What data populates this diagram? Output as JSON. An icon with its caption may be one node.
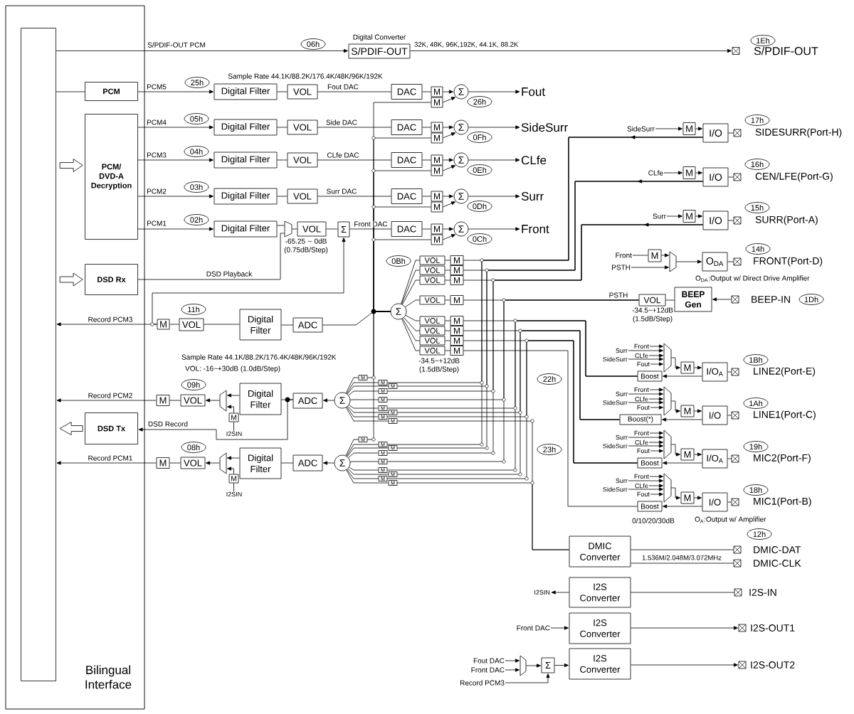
{
  "diagram": {
    "nodes": [
      {
        "text": [
          "Bilingual Interface"
        ]
      },
      {
        "text": [],
        "shape": "box",
        "in": 0
      },
      {
        "text": [
          "PCM"
        ],
        "in": 0
      },
      {
        "text": [
          "PCM/ DVD-A Decryption"
        ],
        "in": 0
      },
      {
        "text": [
          "DSD Rx"
        ],
        "in": 0
      },
      {
        "text": [
          "DSD Tx"
        ],
        "in": 0
      },
      {
        "text": [
          "06h"
        ]
      },
      {
        "text": [
          "S/PDIF-OUT"
        ],
        "beside": [
          "Digital Converter"
        ]
      },
      {
        "text": [],
        "shape": "box"
      },
      {
        "text": [
          "1Eh"
        ]
      },
      {
        "text": [
          "25h"
        ]
      },
      {
        "text": [
          "Digital Filter"
        ]
      },
      {
        "text": [
          "VOL"
        ]
      },
      {
        "text": [
          "DAC"
        ]
      },
      {
        "text": [
          "05h"
        ]
      },
      {
        "text": [
          "Digital Filter"
        ]
      },
      {
        "text": [
          "VOL"
        ]
      },
      {
        "text": [
          "DAC"
        ]
      },
      {
        "text": [
          "04h"
        ]
      },
      {
        "text": [
          "Digital Filter"
        ]
      },
      {
        "text": [
          "VOL"
        ]
      },
      {
        "text": [
          "DAC"
        ]
      },
      {
        "text": [
          "03h"
        ]
      },
      {
        "text": [
          "Digital Filter"
        ]
      },
      {
        "text": [
          "VOL"
        ]
      },
      {
        "text": [
          "DAC"
        ]
      },
      {
        "text": [
          "02h"
        ]
      },
      {
        "text": [
          "Digital Filter"
        ]
      },
      {
        "text": [],
        "shape": "trapezoid"
      },
      {
        "text": [
          "VOL"
        ],
        "beside": [
          "-65.25 ~ 0dB (0.75dB/Step)"
        ]
      },
      {
        "text": [
          "Σ"
        ]
      },
      {
        "text": [
          "DAC"
        ]
      },
      {
        "text": [
          "M"
        ]
      },
      {
        "text": [
          "M"
        ]
      },
      {
        "text": [
          "Σ"
        ]
      },
      {
        "text": [
          "Fout"
        ]
      },
      {
        "text": [
          "26h"
        ]
      },
      {
        "text": [
          "M"
        ]
      },
      {
        "text": [
          "M"
        ]
      },
      {
        "text": [
          "Σ"
        ]
      },
      {
        "text": [
          "SideSurr"
        ]
      },
      {
        "text": [
          "0Fh"
        ]
      },
      {
        "text": [
          "M"
        ]
      },
      {
        "text": [
          "M"
        ]
      },
      {
        "text": [
          "Σ"
        ]
      },
      {
        "text": [
          "CLfe"
        ]
      },
      {
        "text": [
          "0Eh"
        ]
      },
      {
        "text": [
          "M"
        ]
      },
      {
        "text": [
          "M"
        ]
      },
      {
        "text": [
          "Σ"
        ]
      },
      {
        "text": [
          "Surr"
        ]
      },
      {
        "text": [
          "0Dh"
        ]
      },
      {
        "text": [
          "M"
        ]
      },
      {
        "text": [
          "M"
        ]
      },
      {
        "text": [
          "Σ"
        ]
      },
      {
        "text": [
          "Front"
        ]
      },
      {
        "text": [
          "0Ch"
        ]
      },
      {
        "text": [
          "SideSurr"
        ]
      },
      {
        "text": [
          "M"
        ]
      },
      {
        "text": [
          "I/O"
        ]
      },
      {
        "text": [],
        "shape": "box"
      },
      {
        "text": [
          "17h"
        ]
      },
      {
        "text": [
          "CLfe"
        ]
      },
      {
        "text": [
          "M"
        ]
      },
      {
        "text": [
          "I/O"
        ]
      },
      {
        "text": [],
        "shape": "box"
      },
      {
        "text": [
          "16h"
        ]
      },
      {
        "text": [
          "Surr"
        ]
      },
      {
        "text": [
          "M"
        ]
      },
      {
        "text": [
          "I/O"
        ]
      },
      {
        "text": [],
        "shape": "box"
      },
      {
        "text": [
          "15h"
        ]
      },
      {
        "text": [
          "Front"
        ]
      },
      {
        "text": [
          "PSTH"
        ]
      },
      {
        "text": [
          "M"
        ]
      },
      {
        "text": [],
        "shape": "trapezoid"
      },
      {
        "text": [
          "O$_{DA}$"
        ]
      },
      {
        "text": [],
        "shape": "box"
      },
      {
        "text": [
          "14h"
        ]
      },
      {
        "text": [
          "VOL"
        ],
        "beside": [
          "-34.5~+12dB (1.5dB/Step)"
        ]
      },
      {
        "text": [
          "BEEP Gen"
        ]
      },
      {
        "text": [],
        "shape": "box"
      },
      {
        "text": [
          "1Dh"
        ]
      },
      {
        "text": [
          "0Bh"
        ]
      },
      {
        "text": [
          "Σ"
        ]
      },
      {
        "text": [
          "VOL"
        ]
      },
      {
        "text": [
          "M"
        ]
      },
      {
        "text": [
          "VOL"
        ]
      },
      {
        "text": [
          "M"
        ]
      },
      {
        "text": [
          "VOL"
        ]
      },
      {
        "text": [
          "M"
        ]
      },
      {
        "text": [
          "VOL"
        ]
      },
      {
        "text": [
          "M"
        ]
      },
      {
        "text": [
          "VOL"
        ]
      },
      {
        "text": [
          "M"
        ]
      },
      {
        "text": [
          "VOL"
        ]
      },
      {
        "text": [
          "M"
        ]
      },
      {
        "text": [
          "VOL"
        ]
      },
      {
        "text": [
          "M"
        ]
      },
      {
        "text": [
          "VOL"
        ],
        "beside": [
          "-34.5~+12dB (1.5dB/Step)"
        ]
      },
      {
        "text": [
          "M"
        ]
      },
      {
        "text": [
          "Front"
        ]
      },
      {
        "text": [
          "Surr"
        ]
      },
      {
        "text": [
          "CLfe"
        ]
      },
      {
        "text": [
          "SideSurr"
        ]
      },
      {
        "text": [
          "Fout"
        ]
      },
      {
        "text": [],
        "shape": "trapezoid"
      },
      {
        "text": [
          "M"
        ]
      },
      {
        "text": [
          "I/O$_{A}$"
        ]
      },
      {
        "text": [
          "Boost"
        ]
      },
      {
        "text": [],
        "shape": "box"
      },
      {
        "text": [
          "1Bh"
        ]
      },
      {
        "text": [
          "Front"
        ]
      },
      {
        "text": [
          "Surr"
        ]
      },
      {
        "text": [
          "CLfe"
        ]
      },
      {
        "text": [
          "SideSurr"
        ]
      },
      {
        "text": [
          "Fout"
        ]
      },
      {
        "text": [],
        "shape": "trapezoid"
      },
      {
        "text": [
          "M"
        ]
      },
      {
        "text": [
          "I/O"
        ]
      },
      {
        "text": [
          "Boost(*)"
        ]
      },
      {
        "text": [],
        "shape": "box"
      },
      {
        "text": [
          "1Ah"
        ]
      },
      {
        "text": [
          "Front"
        ]
      },
      {
        "text": [
          "Surr"
        ]
      },
      {
        "text": [
          "CLfe"
        ]
      },
      {
        "text": [
          "SideSurr"
        ]
      },
      {
        "text": [
          "Fout"
        ]
      },
      {
        "text": [],
        "shape": "trapezoid"
      },
      {
        "text": [
          "M"
        ]
      },
      {
        "text": [
          "I/O$_{A}$"
        ]
      },
      {
        "text": [
          "Boost"
        ]
      },
      {
        "text": [],
        "shape": "box"
      },
      {
        "text": [
          "19h"
        ]
      },
      {
        "text": [
          "Front"
        ]
      },
      {
        "text": [
          "Surr"
        ]
      },
      {
        "text": [
          "CLfe"
        ]
      },
      {
        "text": [
          "SideSurr"
        ]
      },
      {
        "text": [
          "Fout"
        ]
      },
      {
        "text": [],
        "shape": "trapezoid"
      },
      {
        "text": [
          "M"
        ]
      },
      {
        "text": [
          "I/O"
        ]
      },
      {
        "text": [
          "Boost"
        ],
        "beside": [
          "0/10/20/30dB"
        ]
      },
      {
        "text": [],
        "shape": "box"
      },
      {
        "text": [
          "18h"
        ]
      },
      {
        "text": [
          "11h"
        ]
      },
      {
        "text": [
          "M"
        ]
      },
      {
        "text": [
          "VOL"
        ]
      },
      {
        "text": [
          "Digital Filter"
        ]
      },
      {
        "text": [
          "ADC"
        ]
      },
      {
        "text": [
          "09h"
        ]
      },
      {
        "text": [
          "M"
        ]
      },
      {
        "text": [
          "VOL"
        ]
      },
      {
        "text": [],
        "shape": "trapezoid"
      },
      {
        "text": [
          "Digital Filter"
        ]
      },
      {
        "text": [
          "M"
        ]
      },
      {
        "text": [
          "I2SIN"
        ]
      },
      {
        "text": [
          "ADC"
        ]
      },
      {
        "text": [
          "Σ"
        ]
      },
      {
        "text": [
          "08h"
        ]
      },
      {
        "text": [
          "M"
        ]
      },
      {
        "text": [
          "VOL"
        ]
      },
      {
        "text": [],
        "shape": "trapezoid"
      },
      {
        "text": [
          "Digital Filter"
        ]
      },
      {
        "text": [
          "M"
        ]
      },
      {
        "text": [
          "I2SIN"
        ]
      },
      {
        "text": [
          "ADC"
        ]
      },
      {
        "text": [
          "Σ"
        ]
      },
      {
        "text": [
          "M"
        ]
      },
      {
        "text": [
          "M"
        ]
      },
      {
        "text": [
          "M"
        ]
      },
      {
        "text": [
          "M"
        ]
      },
      {
        "text": [
          "M"
        ]
      },
      {
        "text": [
          "M"
        ]
      },
      {
        "text": [
          "M"
        ]
      },
      {
        "text": [
          "M"
        ]
      },
      {
        "text": [
          "M"
        ]
      },
      {
        "text": [
          "M"
        ]
      },
      {
        "text": [
          "M"
        ]
      },
      {
        "text": [
          "M"
        ]
      },
      {
        "text": [
          "M"
        ]
      },
      {
        "text": [
          "M"
        ]
      },
      {
        "text": [
          "M"
        ]
      },
      {
        "text": [
          "M"
        ]
      },
      {
        "text": [
          "M"
        ]
      },
      {
        "text": [
          "M"
        ]
      },
      {
        "text": [
          "22h"
        ]
      },
      {
        "text": [
          "23h"
        ]
      },
      {
        "text": [
          "DMIC Converter"
        ]
      },
      {
        "text": [],
        "shape": "box"
      },
      {
        "text": [],
        "shape": "box"
      },
      {
        "text": [
          "12h"
        ]
      },
      {
        "text": [
          "I2SIN"
        ]
      },
      {
        "text": [
          "I2S Converter"
        ]
      },
      {
        "text": [],
        "shape": "box"
      },
      {
        "text": [
          "Front DAC"
        ]
      },
      {
        "text": [
          "I2S Converter"
        ]
      },
      {
        "text": [],
        "shape": "box"
      },
      {
        "text": [
          "Fout DAC"
        ]
      },
      {
        "text": [
          "Front DAC"
        ]
      },
      {
        "text": [
          "Record PCM3"
        ]
      },
      {
        "text": [],
        "shape": "trapezoid"
      },
      {
        "text": [
          "Σ"
        ]
      },
      {
        "text": [
          "I2S Converter"
        ]
      },
      {
        "text": [],
        "shape": "box"
      }
    ],
    "edges": [
      {
        "from": null,
        "to": 3,
        "arrow": "to"
      },
      {
        "from": null,
        "to": 4,
        "arrow": "to"
      },
      {
        "from": 5,
        "to": null,
        "arrow": "to"
      },
      {
        "from": 1,
        "to": 7,
        "arrow": "to",
        "label": "S/PDIF-OUT PCM"
      },
      {
        "from": 7,
        "to": 8,
        "arrow": "to",
        "label": "32K, 48K, 96K,192K, 44.1K, 88.2K"
      },
      {
        "from": 1,
        "to": 2,
        "arrow": "none"
      },
      {
        "from": 2,
        "to": 11,
        "arrow": "to",
        "label": "PCM5"
      },
      {
        "from": 3,
        "to": 15,
        "arrow": "to",
        "label": "PCM4"
      },
      {
        "from": 3,
        "to": 19,
        "arrow": "to",
        "label": "PCM3"
      },
      {
        "from": 3,
        "to": 23,
        "arrow": "to",
        "label": "PCM2"
      },
      {
        "from": 3,
        "to": 27,
        "arrow": "to",
        "label": "PCM1"
      },
      {
        "from": 11,
        "to": 12,
        "arrow": "none"
      },
      {
        "from": 12,
        "to": 13,
        "arrow": "none",
        "label": "Fout DAC"
      },
      {
        "from": 15,
        "to": 16,
        "arrow": "none"
      },
      {
        "from": 16,
        "to": 17,
        "arrow": "none",
        "label": "Side DAC"
      },
      {
        "from": 19,
        "to": 20,
        "arrow": "none"
      },
      {
        "from": 20,
        "to": 21,
        "arrow": "none",
        "label": "CLfe DAC"
      },
      {
        "from": 23,
        "to": 24,
        "arrow": "none"
      },
      {
        "from": 24,
        "to": 25,
        "arrow": "none",
        "label": "Surr DAC"
      },
      {
        "from": 27,
        "to": 28,
        "arrow": "none"
      },
      {
        "from": 28,
        "to": 29,
        "arrow": "none"
      },
      {
        "from": 29,
        "to": 30,
        "arrow": "none"
      },
      {
        "from": 30,
        "to": 31,
        "arrow": "none",
        "label": "Front DAC"
      },
      {
        "from": 4,
        "to": 28,
        "arrow": "none",
        "label": "DSD Playback"
      },
      {
        "from": 146,
        "to": 30,
        "arrow": "to"
      },
      {
        "from": 13,
        "to": 32,
        "arrow": "none"
      },
      {
        "from": 32,
        "to": 34,
        "arrow": "to"
      },
      {
        "from": 33,
        "to": 34,
        "arrow": "to"
      },
      {
        "from": 34,
        "to": 35,
        "arrow": "to"
      },
      {
        "from": 17,
        "to": 37,
        "arrow": "none"
      },
      {
        "from": 37,
        "to": 39,
        "arrow": "to"
      },
      {
        "from": 38,
        "to": 39,
        "arrow": "to"
      },
      {
        "from": 39,
        "to": 40,
        "arrow": "to"
      },
      {
        "from": 21,
        "to": 42,
        "arrow": "none"
      },
      {
        "from": 42,
        "to": 44,
        "arrow": "to"
      },
      {
        "from": 43,
        "to": 44,
        "arrow": "to"
      },
      {
        "from": 44,
        "to": 45,
        "arrow": "to"
      },
      {
        "from": 25,
        "to": 47,
        "arrow": "none"
      },
      {
        "from": 47,
        "to": 49,
        "arrow": "to"
      },
      {
        "from": 48,
        "to": 49,
        "arrow": "to"
      },
      {
        "from": 49,
        "to": 50,
        "arrow": "to"
      },
      {
        "from": 31,
        "to": 52,
        "arrow": "none"
      },
      {
        "from": 52,
        "to": 54,
        "arrow": "to"
      },
      {
        "from": 53,
        "to": 54,
        "arrow": "to"
      },
      {
        "from": 54,
        "to": 55,
        "arrow": "to"
      },
      {
        "from": 84,
        "to": 33,
        "arrow": "none"
      },
      {
        "from": 84,
        "to": 38,
        "arrow": "none"
      },
      {
        "from": 84,
        "to": 43,
        "arrow": "none"
      },
      {
        "from": 84,
        "to": 48,
        "arrow": "none"
      },
      {
        "from": 84,
        "to": 53,
        "arrow": "none"
      },
      {
        "from": 84,
        "to": 149,
        "arrow": "none"
      },
      {
        "from": 84,
        "to": 168,
        "arrow": "none"
      },
      {
        "from": 84,
        "to": 177,
        "arrow": "none"
      },
      {
        "from": 57,
        "to": 58,
        "arrow": "to"
      },
      {
        "from": 58,
        "to": 59,
        "arrow": "to"
      },
      {
        "from": 59,
        "to": 60,
        "arrow": "none"
      },
      {
        "from": 59,
        "to": 86,
        "arrow": "to"
      },
      {
        "from": 59,
        "to": 169,
        "arrow": "none"
      },
      {
        "from": 59,
        "to": 178,
        "arrow": "none"
      },
      {
        "from": 62,
        "to": 63,
        "arrow": "to"
      },
      {
        "from": 63,
        "to": 64,
        "arrow": "to"
      },
      {
        "from": 64,
        "to": 65,
        "arrow": "none"
      },
      {
        "from": 64,
        "to": 88,
        "arrow": "to"
      },
      {
        "from": 64,
        "to": 170,
        "arrow": "none"
      },
      {
        "from": 64,
        "to": 179,
        "arrow": "none"
      },
      {
        "from": 67,
        "to": 68,
        "arrow": "to"
      },
      {
        "from": 68,
        "to": 69,
        "arrow": "to"
      },
      {
        "from": 69,
        "to": 70,
        "arrow": "none"
      },
      {
        "from": 69,
        "to": 90,
        "arrow": "to"
      },
      {
        "from": 69,
        "to": 171,
        "arrow": "none"
      },
      {
        "from": 69,
        "to": 180,
        "arrow": "none"
      },
      {
        "from": 72,
        "to": 74,
        "arrow": "none"
      },
      {
        "from": 74,
        "to": 75,
        "arrow": "to"
      },
      {
        "from": 73,
        "to": 75,
        "arrow": "to"
      },
      {
        "from": 75,
        "to": 76,
        "arrow": "to"
      },
      {
        "from": 76,
        "to": 77,
        "arrow": "none"
      },
      {
        "from": 81,
        "to": 80,
        "arrow": "to"
      },
      {
        "from": 80,
        "to": 79,
        "arrow": "none"
      },
      {
        "from": 79,
        "to": 92,
        "arrow": "none",
        "label": "PSTH"
      },
      {
        "from": 79,
        "to": 172,
        "arrow": "none"
      },
      {
        "from": 79,
        "to": 181,
        "arrow": "none"
      },
      {
        "from": 86,
        "to": 85,
        "arrow": "none"
      },
      {
        "from": 85,
        "to": 84,
        "arrow": "none"
      },
      {
        "from": 88,
        "to": 87,
        "arrow": "none"
      },
      {
        "from": 87,
        "to": 84,
        "arrow": "none"
      },
      {
        "from": 90,
        "to": 89,
        "arrow": "none"
      },
      {
        "from": 89,
        "to": 84,
        "arrow": "none"
      },
      {
        "from": 92,
        "to": 91,
        "arrow": "none"
      },
      {
        "from": 91,
        "to": 84,
        "arrow": "none"
      },
      {
        "from": 94,
        "to": 93,
        "arrow": "none"
      },
      {
        "from": 93,
        "to": 84,
        "arrow": "none"
      },
      {
        "from": 96,
        "to": 95,
        "arrow": "none"
      },
      {
        "from": 95,
        "to": 84,
        "arrow": "none"
      },
      {
        "from": 98,
        "to": 97,
        "arrow": "none"
      },
      {
        "from": 97,
        "to": 84,
        "arrow": "none"
      },
      {
        "from": 100,
        "to": 99,
        "arrow": "none"
      },
      {
        "from": 99,
        "to": 84,
        "arrow": "none"
      },
      {
        "from": 101,
        "to": 106,
        "arrow": "to"
      },
      {
        "from": 102,
        "to": 106,
        "arrow": "to"
      },
      {
        "from": 103,
        "to": 106,
        "arrow": "to"
      },
      {
        "from": 104,
        "to": 106,
        "arrow": "to"
      },
      {
        "from": 105,
        "to": 106,
        "arrow": "to"
      },
      {
        "from": 106,
        "to": 107,
        "arrow": "to"
      },
      {
        "from": 107,
        "to": 108,
        "arrow": "to"
      },
      {
        "from": 108,
        "to": 110,
        "arrow": "none"
      },
      {
        "from": 108,
        "to": 109,
        "arrow": "to"
      },
      {
        "from": 109,
        "to": 94,
        "arrow": "none"
      },
      {
        "from": 109,
        "to": 173,
        "arrow": "none"
      },
      {
        "from": 109,
        "to": 182,
        "arrow": "none"
      },
      {
        "from": 112,
        "to": 117,
        "arrow": "to"
      },
      {
        "from": 113,
        "to": 117,
        "arrow": "to"
      },
      {
        "from": 114,
        "to": 117,
        "arrow": "to"
      },
      {
        "from": 115,
        "to": 117,
        "arrow": "to"
      },
      {
        "from": 116,
        "to": 117,
        "arrow": "to"
      },
      {
        "from": 117,
        "to": 118,
        "arrow": "to"
      },
      {
        "from": 118,
        "to": 119,
        "arrow": "to"
      },
      {
        "from": 119,
        "to": 121,
        "arrow": "none"
      },
      {
        "from": 119,
        "to": 120,
        "arrow": "to"
      },
      {
        "from": 120,
        "to": 96,
        "arrow": "none"
      },
      {
        "from": 120,
        "to": 174,
        "arrow": "none"
      },
      {
        "from": 120,
        "to": 183,
        "arrow": "none"
      },
      {
        "from": 123,
        "to": 128,
        "arrow": "to"
      },
      {
        "from": 124,
        "to": 128,
        "arrow": "to"
      },
      {
        "from": 125,
        "to": 128,
        "arrow": "to"
      },
      {
        "from": 126,
        "to": 128,
        "arrow": "to"
      },
      {
        "from": 127,
        "to": 128,
        "arrow": "to"
      },
      {
        "from": 128,
        "to": 129,
        "arrow": "to"
      },
      {
        "from": 129,
        "to": 130,
        "arrow": "to"
      },
      {
        "from": 130,
        "to": 132,
        "arrow": "none"
      },
      {
        "from": 130,
        "to": 131,
        "arrow": "to"
      },
      {
        "from": 131,
        "to": 98,
        "arrow": "none"
      },
      {
        "from": 131,
        "to": 175,
        "arrow": "none"
      },
      {
        "from": 131,
        "to": 184,
        "arrow": "none"
      },
      {
        "from": 134,
        "to": 139,
        "arrow": "to"
      },
      {
        "from": 135,
        "to": 139,
        "arrow": "to"
      },
      {
        "from": 136,
        "to": 139,
        "arrow": "to"
      },
      {
        "from": 137,
        "to": 139,
        "arrow": "to"
      },
      {
        "from": 138,
        "to": 139,
        "arrow": "to"
      },
      {
        "from": 139,
        "to": 140,
        "arrow": "to"
      },
      {
        "from": 140,
        "to": 141,
        "arrow": "to"
      },
      {
        "from": 141,
        "to": 143,
        "arrow": "none"
      },
      {
        "from": 141,
        "to": 142,
        "arrow": "to"
      },
      {
        "from": 142,
        "to": 100,
        "arrow": "none"
      },
      {
        "from": 146,
        "to": 1,
        "arrow": "to",
        "label": "Record PCM3"
      },
      {
        "from": 147,
        "to": 146,
        "arrow": "none"
      },
      {
        "from": 148,
        "to": 147,
        "arrow": "none"
      },
      {
        "from": 149,
        "to": 148,
        "arrow": "none"
      },
      {
        "from": 151,
        "to": 1,
        "arrow": "to",
        "label": "Record PCM2"
      },
      {
        "from": 152,
        "to": 151,
        "arrow": "none"
      },
      {
        "from": 153,
        "to": 152,
        "arrow": "to"
      },
      {
        "from": 154,
        "to": 153,
        "arrow": "to"
      },
      {
        "from": 155,
        "to": 153,
        "arrow": "to"
      },
      {
        "from": 156,
        "to": 155,
        "arrow": "none"
      },
      {
        "from": 157,
        "to": 154,
        "arrow": "none"
      },
      {
        "from": 157,
        "to": 5,
        "arrow": "to",
        "label": "DSD Record"
      },
      {
        "from": 158,
        "to": 157,
        "arrow": "to"
      },
      {
        "from": 160,
        "to": 1,
        "arrow": "to",
        "label": "Record PCM1"
      },
      {
        "from": 161,
        "to": 160,
        "arrow": "none"
      },
      {
        "from": 162,
        "to": 161,
        "arrow": "to"
      },
      {
        "from": 163,
        "to": 162,
        "arrow": "to"
      },
      {
        "from": 164,
        "to": 162,
        "arrow": "to"
      },
      {
        "from": 165,
        "to": 164,
        "arrow": "none"
      },
      {
        "from": 166,
        "to": 163,
        "arrow": "none"
      },
      {
        "from": 167,
        "to": 166,
        "arrow": "to"
      },
      {
        "from": 168,
        "to": 158,
        "arrow": "none"
      },
      {
        "from": 169,
        "to": 158,
        "arrow": "none"
      },
      {
        "from": 170,
        "to": 158,
        "arrow": "none"
      },
      {
        "from": 171,
        "to": 158,
        "arrow": "none"
      },
      {
        "from": 172,
        "to": 158,
        "arrow": "none"
      },
      {
        "from": 173,
        "to": 158,
        "arrow": "none"
      },
      {
        "from": 174,
        "to": 158,
        "arrow": "none"
      },
      {
        "from": 175,
        "to": 158,
        "arrow": "none"
      },
      {
        "from": 176,
        "to": 158,
        "arrow": "none"
      },
      {
        "from": 177,
        "to": 167,
        "arrow": "none"
      },
      {
        "from": 178,
        "to": 167,
        "arrow": "none"
      },
      {
        "from": 179,
        "to": 167,
        "arrow": "none"
      },
      {
        "from": 180,
        "to": 167,
        "arrow": "none"
      },
      {
        "from": 181,
        "to": 167,
        "arrow": "none"
      },
      {
        "from": 182,
        "to": 167,
        "arrow": "none"
      },
      {
        "from": 183,
        "to": 167,
        "arrow": "none"
      },
      {
        "from": 184,
        "to": 167,
        "arrow": "none"
      },
      {
        "from": 185,
        "to": 167,
        "arrow": "none"
      },
      {
        "from": 188,
        "to": 176,
        "arrow": "none"
      },
      {
        "from": 188,
        "to": 185,
        "arrow": "none"
      },
      {
        "from": 188,
        "to": 189,
        "arrow": "none"
      },
      {
        "from": 188,
        "to": 190,
        "arrow": "none",
        "label": "1.536M/2.048M/3.072MHz"
      },
      {
        "from": 193,
        "to": 192,
        "arrow": "to"
      },
      {
        "from": 194,
        "to": 193,
        "arrow": "none"
      },
      {
        "from": 195,
        "to": 196,
        "arrow": "to"
      },
      {
        "from": 196,
        "to": 197,
        "arrow": "to"
      },
      {
        "from": 198,
        "to": 201,
        "arrow": "to"
      },
      {
        "from": 199,
        "to": 201,
        "arrow": "to"
      },
      {
        "from": 200,
        "to": 202,
        "arrow": "to"
      },
      {
        "from": 201,
        "to": 202,
        "arrow": "to"
      },
      {
        "from": 202,
        "to": 203,
        "arrow": "to"
      },
      {
        "from": 203,
        "to": 204,
        "arrow": "to"
      }
    ],
    "labels": [
      "S/PDIF-OUT",
      "Sample Rate 44.1K/88.2K/176.4K/48K/96K/192K",
      "SIDESURR(Port-H)",
      "CEN/LFE(Port-G)",
      "SURR(Port-A)",
      "FRONT(Port-D)",
      "O$_{DA}$:Output w/ Direct Drive Amplifier",
      "BEEP-IN",
      "Sample Rate 44.1K/88.2K/176.4K/48K/96K/192K",
      "VOL: -16~+30dB (1.0dB/Step)",
      "LINE2(Port-E)",
      "LINE1(Port-C)",
      "MIC2(Port-F)",
      "MIC1(Port-B)",
      "O$_{A}$:Output w/ Amplifier",
      "DMIC-DAT",
      "DMIC-CLK",
      "I2S-IN",
      "I2S-OUT1",
      "I2S-OUT2"
    ]
  }
}
